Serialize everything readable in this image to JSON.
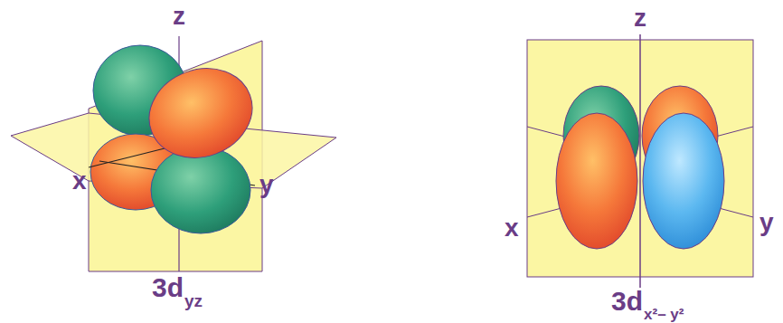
{
  "diagram": {
    "labels": [
      "z",
      "x",
      "y",
      "3d",
      "yz",
      "z",
      "x",
      "y",
      "3d",
      "x²– y²"
    ]
  }
}
